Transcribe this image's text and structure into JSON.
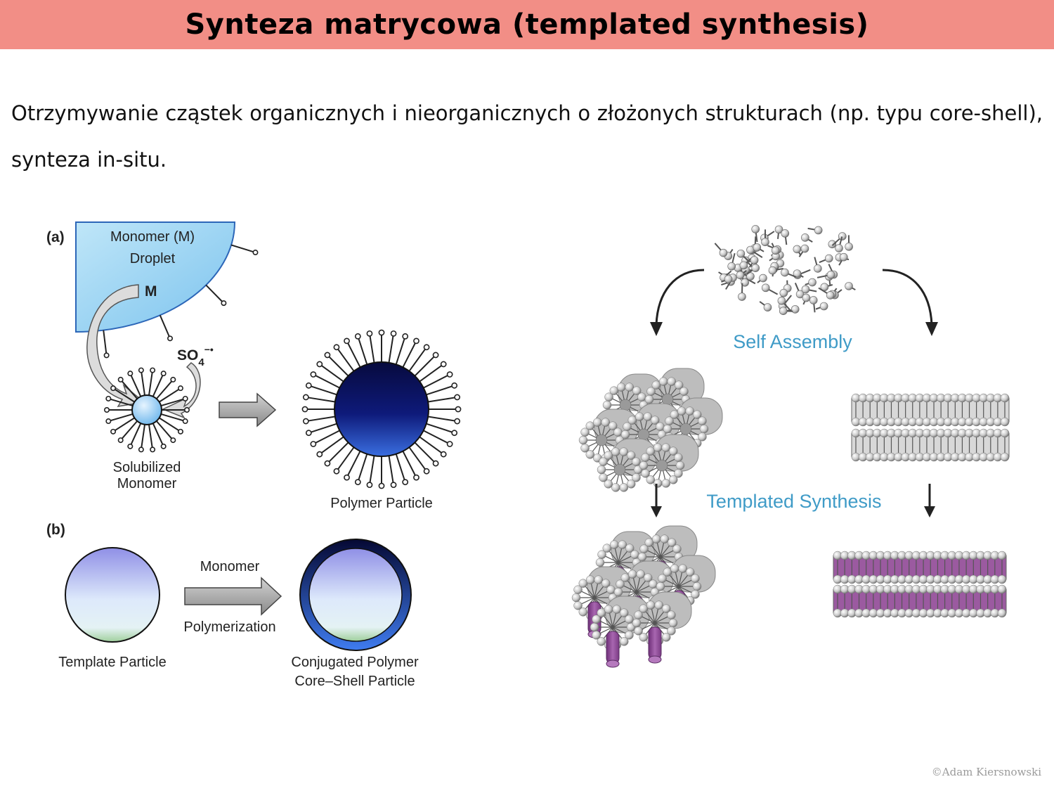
{
  "slide": {
    "title": "Synteza matrycowa (templated synthesis)",
    "intro": "Otrzymywanie cząstek organicznych i nieorganicznych o złożonych strukturach (np. typu core-shell), synteza in-situ.",
    "footer": "©Adam Kiersnowski"
  },
  "left_figure": {
    "panel_a": {
      "label": "(a)",
      "droplet_line1": "Monomer (M)",
      "droplet_line2": "Droplet",
      "monomer_symbol": "M",
      "initiator_base": "SO",
      "initiator_sub": "4",
      "initiator_sup": "−•",
      "solubilized_line1": "Solubilized",
      "solubilized_line2": "Monomer",
      "polymer_particle": "Polymer Particle"
    },
    "panel_b": {
      "label": "(b)",
      "arrow_top": "Monomer",
      "arrow_bottom": "Polymerization",
      "template_particle": "Template Particle",
      "core_shell_line1": "Conjugated Polymer",
      "core_shell_line2": "Core–Shell Particle"
    }
  },
  "right_figure": {
    "self_assembly": "Self Assembly",
    "templated_synthesis": "Templated Synthesis"
  },
  "colors": {
    "header_bg": "#f28e86",
    "droplet": "#9fd6f2",
    "polymer_core": "#0a0f5a",
    "label_blue": "#3f9bc7",
    "rod_purple": "#9b5aa0"
  }
}
